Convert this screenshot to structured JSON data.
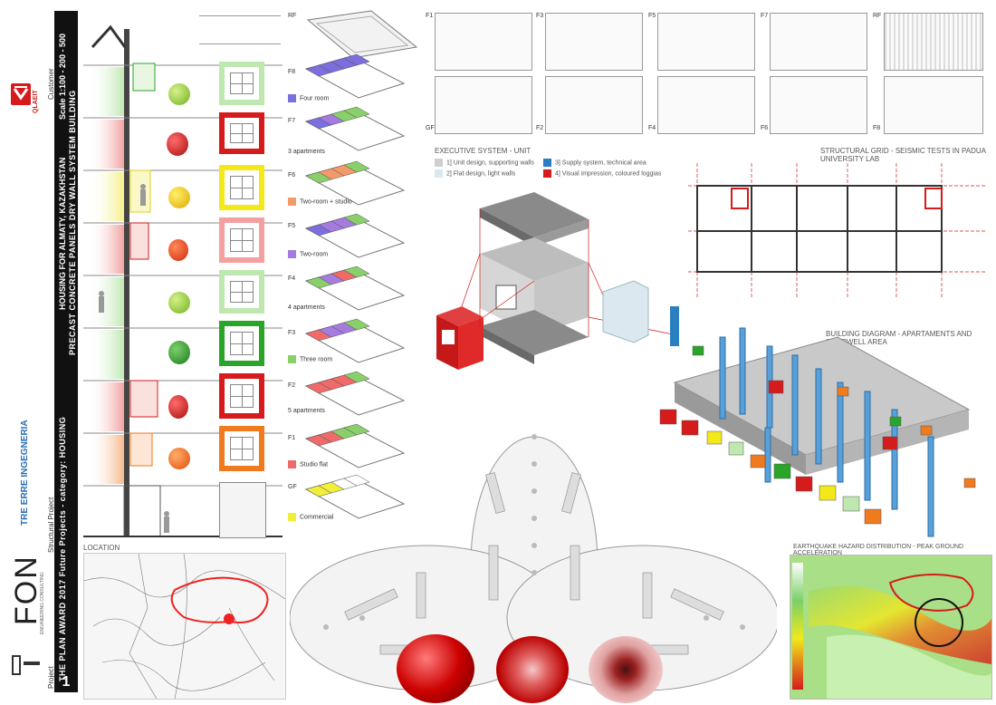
{
  "title_strip": {
    "brand": "FON",
    "brand_sub": "ENGINEERING CONSULTING",
    "project_label": "Project",
    "project_value": "THE PLAN AWARD 2017 Future Projects - category: HOUSING",
    "structural_label": "Structural Project",
    "title": "PRECAST CONCRETE PANELS DRY WALL SYSTEM BUILDING",
    "subtitle": "HOUSING FOR ALMATY, KAZAKHSTAN",
    "scale": "Scale 1:100 - 200 - 500",
    "customer_label": "Customer",
    "customer_logo": "QLAEIT",
    "partner_logo": "TRE ERRE INGEGNERIA",
    "sheet_number": "1"
  },
  "floor_labels": [
    "RF",
    "F8",
    "F7",
    "F6",
    "F5",
    "F4",
    "F3",
    "F2",
    "F1",
    "GF"
  ],
  "legend_items": [
    {
      "label": "Four room",
      "color": "#7b6fe0"
    },
    {
      "label": "3 apartments",
      "color": ""
    },
    {
      "label": "Two-room + studio",
      "color": "#f49a6a"
    },
    {
      "label": "Two-room",
      "color": "#a67be0"
    },
    {
      "label": "4 apartments",
      "color": ""
    },
    {
      "label": "Three room",
      "color": "#8ad06a"
    },
    {
      "label": "5 apartments",
      "color": ""
    },
    {
      "label": "Studio flat",
      "color": "#f06a6a"
    },
    {
      "label": "Commercial",
      "color": "#f2ef3a"
    }
  ],
  "plans_top": [
    "F1",
    "F3",
    "F5",
    "F7",
    "RF"
  ],
  "plans_bottom": [
    "GF",
    "F2",
    "F4",
    "F6",
    "F8"
  ],
  "executive": {
    "title": "EXECUTIVE SYSTEM - UNIT",
    "items": [
      {
        "label": "1] Unit design, supporting walls",
        "color": "#cfcfcf"
      },
      {
        "label": "2] Flat design, light walls",
        "color": "#dbe8f0"
      },
      {
        "label": "3] Supply system, technical area",
        "color": "#2a7fc1"
      },
      {
        "label": "4] Visual impression, coloured loggias",
        "color": "#d51b1b"
      }
    ]
  },
  "structural_grid_title": "STRUCTURAL GRID - SEISMIC TESTS IN PADUA UNIVERSITY LAB",
  "building_diagram_title": "BUILDING DIAGRAM - APARTAMENTS AND STAIRWELL AREA",
  "location_title": "LOCATION",
  "earthquake_title": "EARTHQUAKE HAZARD DISTRIBUTION - PEAK GROUND ACCELERATION",
  "colors": {
    "red": "#d51b1b",
    "green": "#2aa52a",
    "yellow": "#f2e81a",
    "orange": "#f07a1e",
    "light_green": "#bfe8b0",
    "blue": "#3a8ad0"
  }
}
